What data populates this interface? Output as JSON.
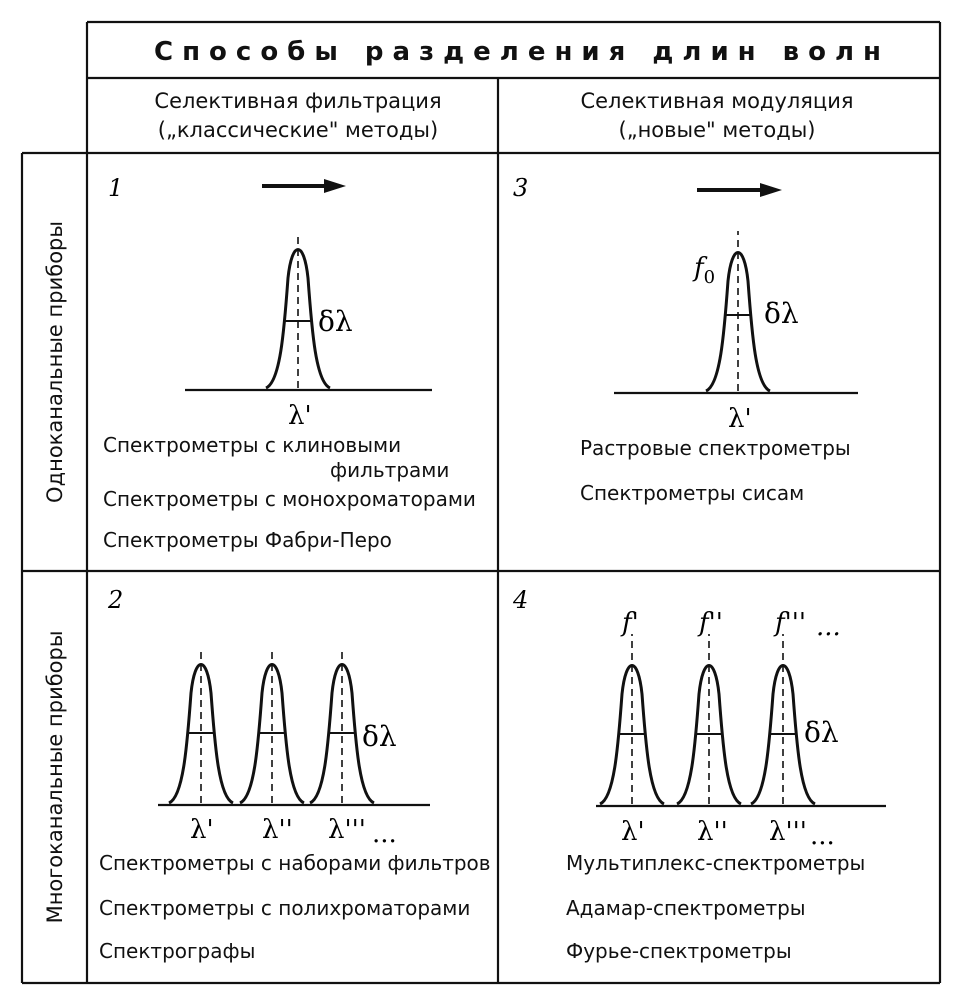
{
  "header": {
    "title": "Способы разделения длин волн",
    "col1_line1": "Селективная фильтрация",
    "col1_line2": "(„классические\" методы)",
    "col2_line1": "Селективная модуляция",
    "col2_line2": "(„новые\" методы)"
  },
  "rows": {
    "row1_label": "Одноканальные приборы",
    "row2_label": "Многоканальные приборы"
  },
  "cells": {
    "c1": {
      "number": "1",
      "delta": "δλ",
      "lambda": "λ'",
      "items": [
        "Спектрометры с клиновыми",
        "фильтрами",
        "Спектрометры с монохроматорами",
        "Спектрометры Фабри-Перо"
      ]
    },
    "c2": {
      "number": "2",
      "delta": "δλ",
      "lambdas": [
        "λ'",
        "λ''",
        "λ'''",
        "..."
      ],
      "items": [
        "Спектрометры с наборами фильтров",
        "Спектрометры с полихроматорами",
        "Спектрографы"
      ]
    },
    "c3": {
      "number": "3",
      "delta": "δλ",
      "lambda": "λ'",
      "freq": "f",
      "freq_sub": "0",
      "items": [
        "Растровые спектрометры",
        "Спектрометры сисам"
      ]
    },
    "c4": {
      "number": "4",
      "delta": "δλ",
      "lambdas": [
        "λ'",
        "λ''",
        "λ'''",
        "..."
      ],
      "freqs": [
        "f'",
        "f''",
        "f'''",
        "..."
      ],
      "items": [
        "Мультиплекс-спектрометры",
        "Адамар-спектрометры",
        "Фурье-спектрометры"
      ]
    }
  }
}
